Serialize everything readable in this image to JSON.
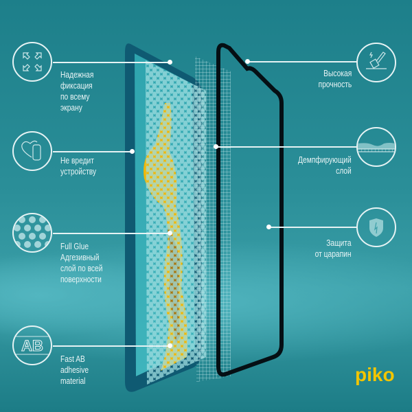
{
  "features_left": [
    {
      "icon": "expand-arrows-icon",
      "text": "Надежная\nфиксация\nпо всему\nэкрану"
    },
    {
      "icon": "heart-phone-icon",
      "text": "Не вредит\nустройству"
    },
    {
      "icon": "dots-pattern-icon",
      "text": "Full Glue\nАдгезивный\nслой по всей\nповерхности"
    },
    {
      "icon": "ab-adhesive-icon",
      "text": "Fast AB\nadhesive\nmaterial"
    }
  ],
  "features_right": [
    {
      "icon": "hammer-icon",
      "text": "Высокая\nпрочность"
    },
    {
      "icon": "damping-layer-icon",
      "text": "Демпфирующий\nслой"
    },
    {
      "icon": "shield-icon",
      "text": "Защита\nот царапин"
    }
  ],
  "brand": {
    "logo": "piko",
    "color": "#f2c500"
  },
  "colors": {
    "background": "#2a8e98",
    "lines": "#e6f3f4",
    "splash": "#f2b705"
  }
}
